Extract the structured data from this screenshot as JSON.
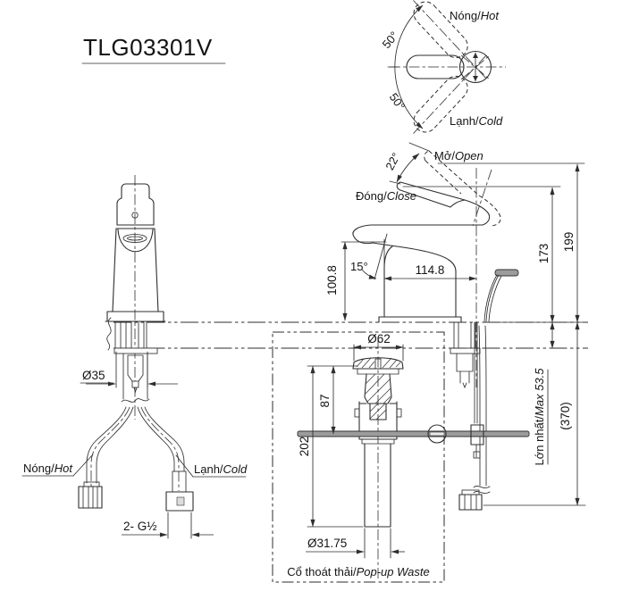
{
  "title": "TLG03301V",
  "top_view": {
    "hot_vi": "Nóng/",
    "hot_en": "Hot",
    "cold_vi": "Lạnh/",
    "cold_en": "Cold",
    "angle_upper": "50°",
    "angle_lower": "50°"
  },
  "side_view": {
    "open_vi": "Mở/",
    "open_en": "Open",
    "close_vi": "Đóng/",
    "close_en": "Close",
    "handle_angle": "22°",
    "stream_angle": "15°",
    "height_open": "199",
    "height_closed": "173",
    "spout_height": "100.8",
    "spout_reach": "114.8"
  },
  "front_view": {
    "base_dia": "Ø35",
    "hot_vi": "Nóng/",
    "hot_en": "Hot",
    "cold_vi": "Lạnh/",
    "cold_en": "Cold",
    "thread": "2- G½"
  },
  "install": {
    "counter_max_vi": "Lớn nhất/",
    "counter_max_en": "Max 53.5",
    "hose_length": "(370)"
  },
  "popup_waste": {
    "caption_vi": "Cổ thoát thải/",
    "caption_en": "Pop-up Waste",
    "flange_dia": "Ø62",
    "plug_depth": "87",
    "total_length": "202",
    "tail_dia": "Ø31.75"
  },
  "colors": {
    "line": "#2e2e2e",
    "metal": "#9c9c9c"
  }
}
